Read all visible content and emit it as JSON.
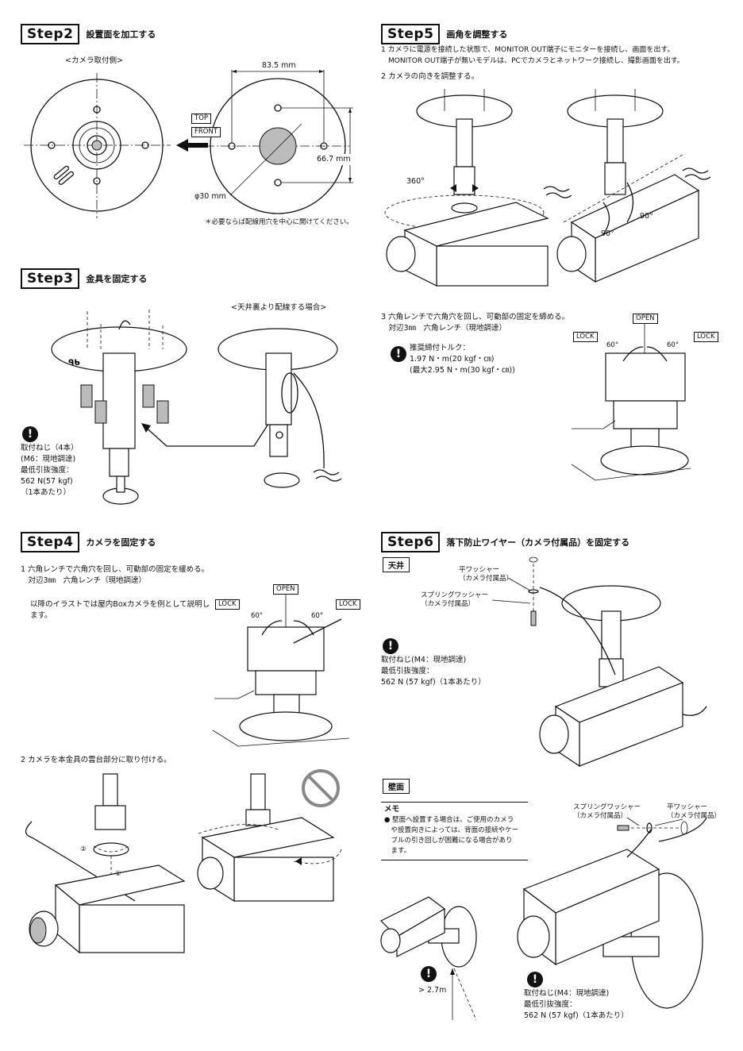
{
  "step2": {
    "badge": "Step2",
    "title": "設置面を加工する",
    "camera_side": "<カメラ取付側>",
    "dim_width": "83.5 mm",
    "dim_height": "66.7 mm",
    "dim_hole": "φ30 mm",
    "top_label": "TOP",
    "front_label": "FRONT",
    "note": "＊必要ならば配線用穴を中心に開けてください。"
  },
  "step3": {
    "badge": "Step3",
    "title": "金具を固定する",
    "ceiling_case": "<天井裏より配線する場合>",
    "warning": [
      "取付ねじ（4本）",
      "(M6：現地調達)",
      "最低引抜強度：",
      "562 N(57 kgf)",
      "（1本あたり）"
    ]
  },
  "step4": {
    "badge": "Step4",
    "title": "カメラを固定する",
    "item1": [
      "1 六角レンチで六角穴を回し、可動部の固定を緩める。",
      "　対辺3㎜　六角レンチ（現地調達）"
    ],
    "item1_note": [
      "以降のイラストでは屋内Boxカメラを例として説明し",
      "ます。"
    ],
    "open": "OPEN",
    "lock_left": "LOCK",
    "lock_right": "LOCK",
    "angle_left": "60°",
    "angle_right": "60°",
    "item2": "2 カメラを本金具の雲台部分に取り付ける。",
    "mark1": "①",
    "mark2": "②"
  },
  "step5": {
    "badge": "Step5",
    "title": "画角を調整する",
    "item1": [
      "1 カメラに電源を接続した状態で、MONITOR OUT端子にモニターを接続し、画面を出す。",
      "　MONITOR OUT端子が無いモデルは、PCでカメラとネットワーク接続し、撮影画面を出す。"
    ],
    "item2": "2 カメラの向きを調整する。",
    "angle_360": "360°",
    "angle_90a": "90°",
    "angle_90b": "90°",
    "item3": [
      "3 六角レンチで六角穴を回し、可動部の固定を締める。",
      "　対辺3㎜　六角レンチ（現地調達）"
    ],
    "torque": [
      "推奨締付トルク：",
      "1.97 N・m(20 kgf・㎝)",
      "(最大2.95 N・m(30 kgf・㎝))"
    ],
    "open": "OPEN",
    "lock_left": "LOCK",
    "lock_right": "LOCK",
    "angle_left": "60°",
    "angle_right": "60°"
  },
  "step6": {
    "badge": "Step6",
    "title": "落下防止ワイヤー（カメラ付属品）を固定する",
    "ceiling": "天井",
    "flat_washer": [
      "平ワッシャー",
      "（カメラ付属品）"
    ],
    "spring_washer": [
      "スプリングワッシャー",
      "（カメラ付属品）"
    ],
    "ceiling_warning": [
      "取付ねじ(M4：現地調達)",
      "最低引抜強度：",
      "562 N (57 kgf)（1本あたり）"
    ],
    "wall": "壁面",
    "memo_title": "メモ",
    "memo_text": [
      "● 壁面へ設置する場合は、ご使用のカメラ",
      "　や設置向きによっては、背面の接続やケー",
      "　ブルの引き回しが困難になる場合があり",
      "　ます。"
    ],
    "wall_spring_washer": [
      "スプリングワッシャー",
      "（カメラ付属品）"
    ],
    "wall_flat_washer": [
      "平ワッシャー",
      "（カメラ付属品）"
    ],
    "height": "> 2.7m",
    "wall_warning": [
      "取付ねじ(M4：現地調達)",
      "最低引抜強度：",
      "562 N (57 kgf)（1本あたり）"
    ]
  }
}
